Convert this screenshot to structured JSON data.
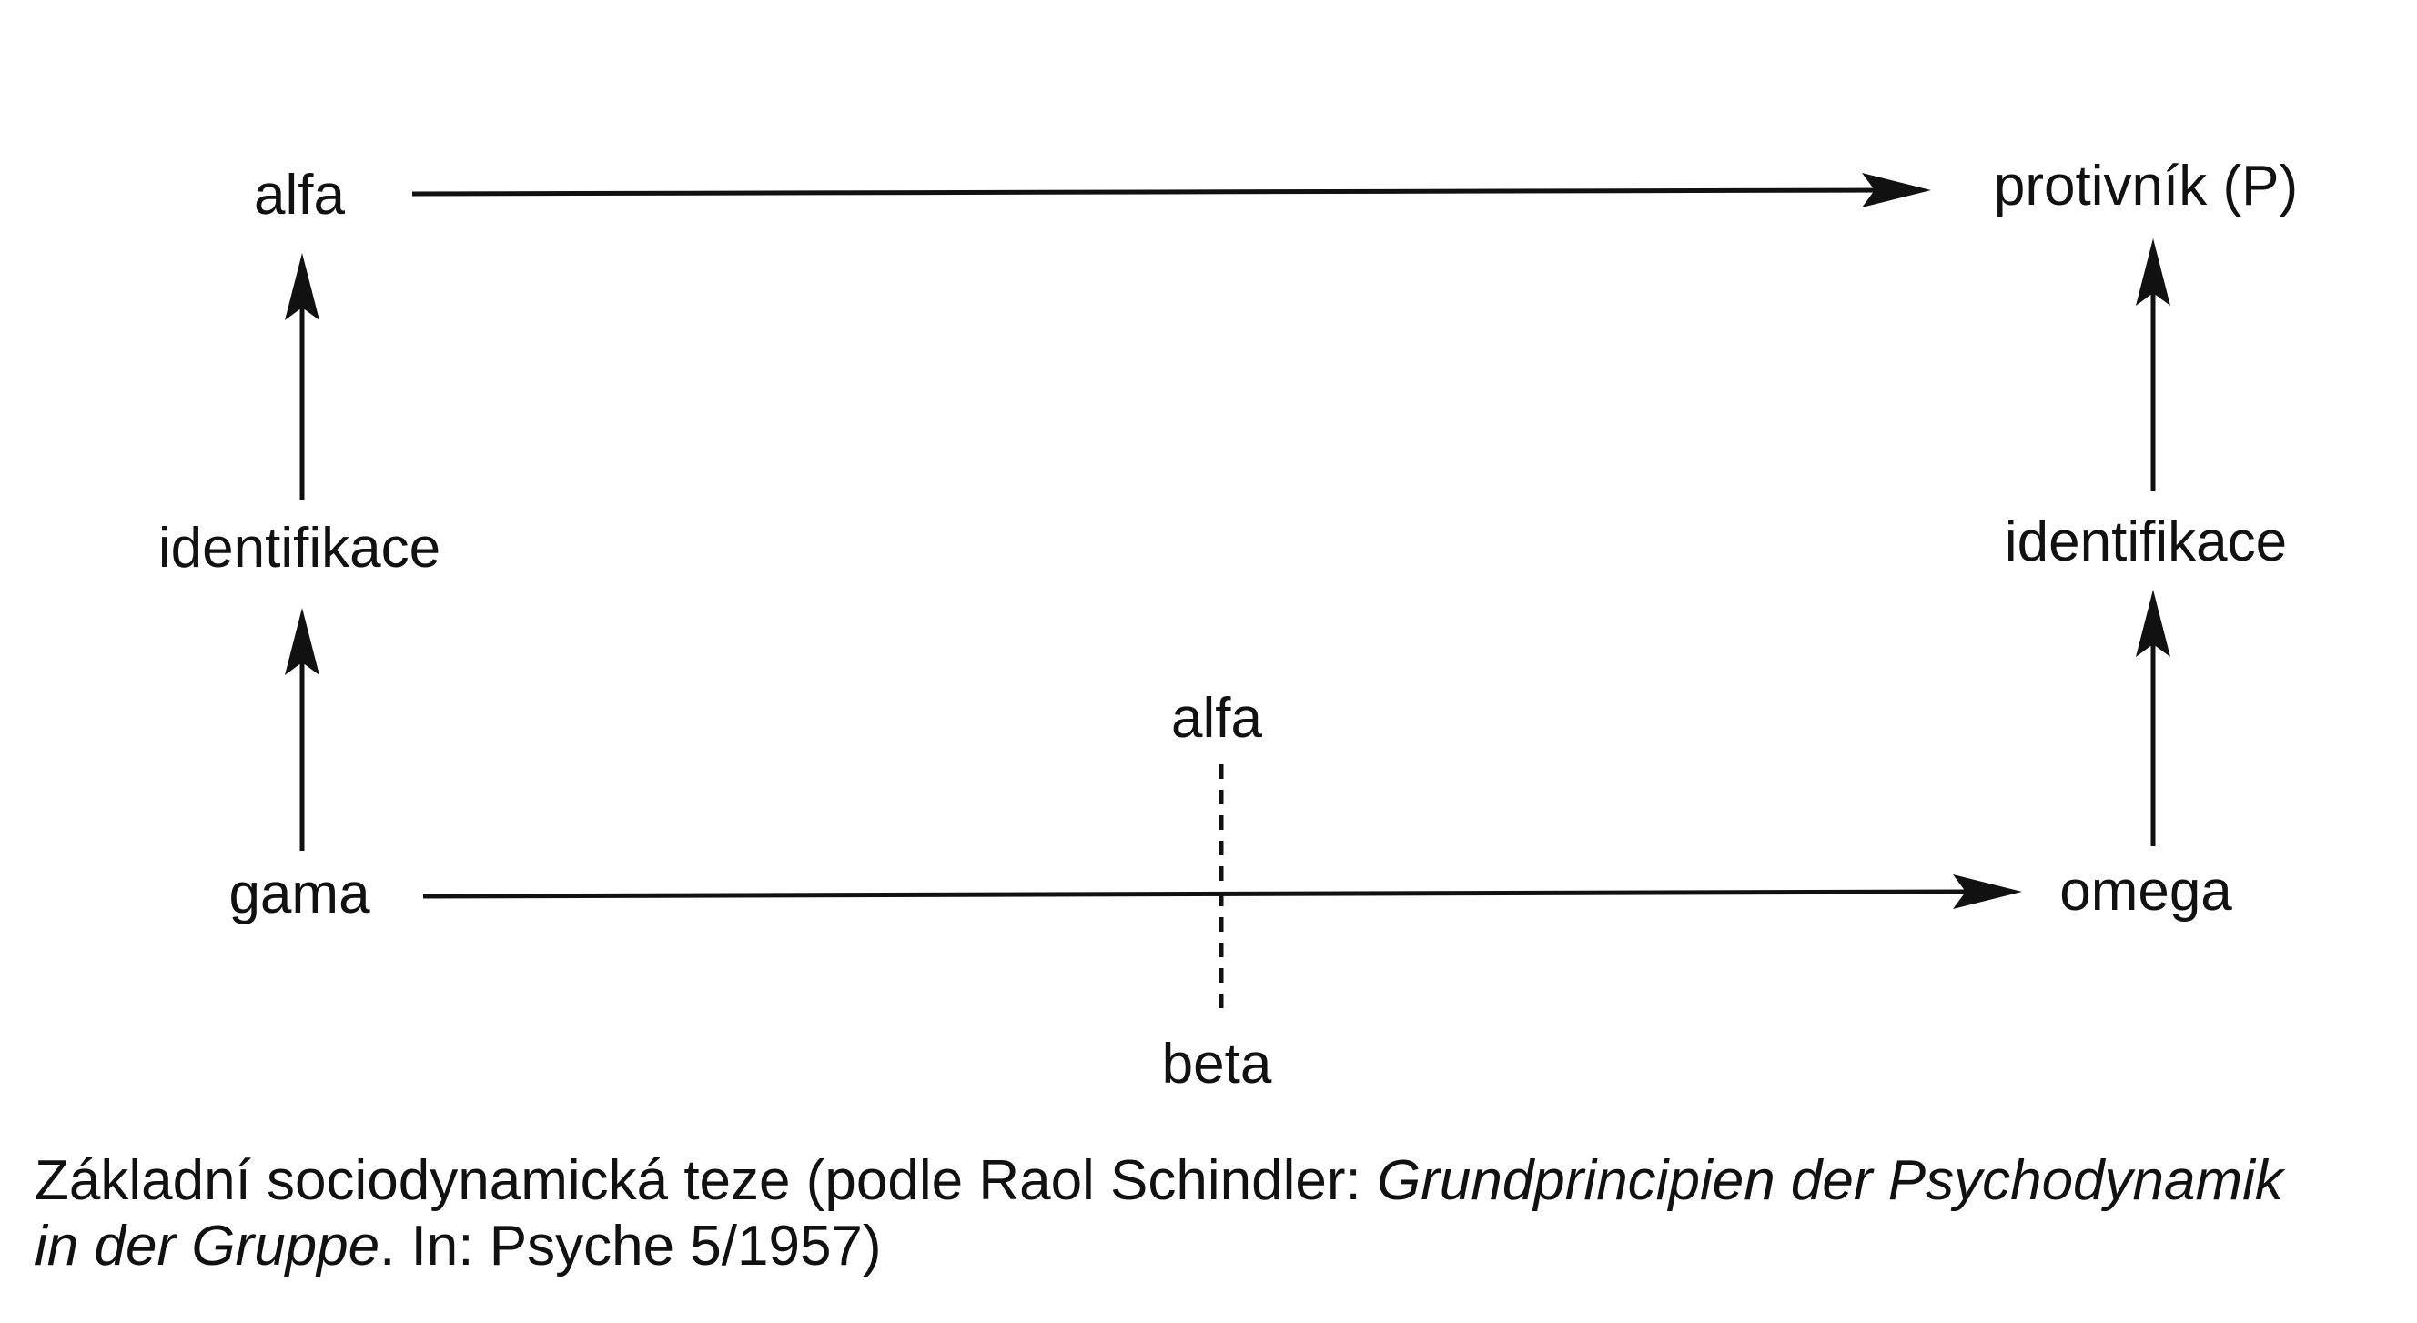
{
  "diagram": {
    "nodes": {
      "alfa_top": "alfa",
      "protivnik": "protivník (P)",
      "identifikace_left": "identifikace",
      "identifikace_right": "identifikace",
      "alfa_mid": "alfa",
      "gama": "gama",
      "omega": "omega",
      "beta": "beta"
    },
    "edges": [
      {
        "from": "alfa",
        "to": "protivník (P)",
        "style": "solid-arrow"
      },
      {
        "from": "gama",
        "to": "omega",
        "style": "solid-arrow"
      },
      {
        "from": "gama",
        "to": "identifikace",
        "style": "solid-arrow"
      },
      {
        "from": "identifikace",
        "to": "alfa",
        "style": "solid-arrow"
      },
      {
        "from": "omega",
        "to": "identifikace",
        "style": "solid-arrow"
      },
      {
        "from": "identifikace",
        "to": "protivník (P)",
        "style": "solid-arrow"
      },
      {
        "from": "alfa",
        "to": "beta",
        "style": "dashed-line"
      }
    ]
  },
  "caption": {
    "part1": "Základní sociodynamická teze (podle Raol Schindler: ",
    "title_italic": "Grundprincipien der Psychodynamik in der Gruppe",
    "part2": ". In: Psyche 5/1957)"
  },
  "colors": {
    "ink": "#111111",
    "background": "#ffffff"
  }
}
